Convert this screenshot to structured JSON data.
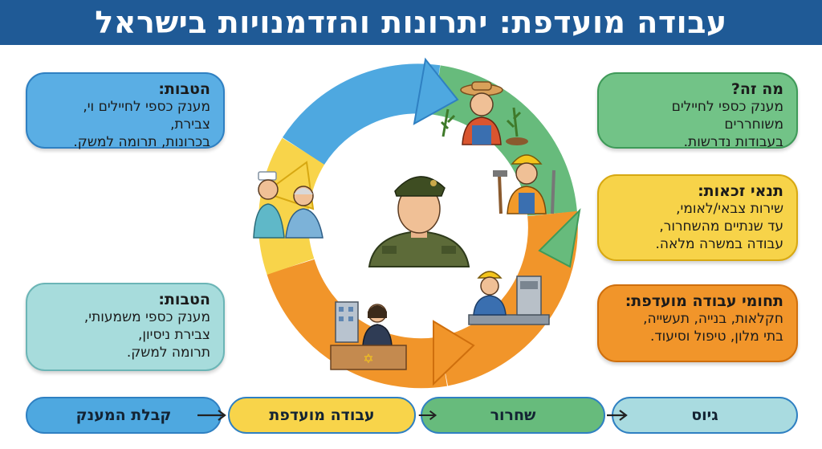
{
  "header": {
    "title": "עבודה מועדפת: יתרונות והזדמנויות בישראל"
  },
  "cards": {
    "what": {
      "title": "מה זה?",
      "lines": [
        "מענק כספי לחיילים משוחררים",
        "בעבודות נדרשות."
      ]
    },
    "eligibility": {
      "title": "תנאי זכאות:",
      "lines": [
        "שירות צבאי/לאומי,",
        "עד שנתיים מהשחרור,",
        "עבודה במשרה מלאה."
      ]
    },
    "fields": {
      "title": "תחומי עבודה מועדפת:",
      "lines": [
        "חקלאות, בנייה, תעשייה,",
        "בתי מלון, טיפול וסיעוד."
      ]
    },
    "benefits_top": {
      "title": "הטבות:",
      "lines": [
        "מענק כספי לחיילים וי, צבירת,",
        "בכרונות, תרומה למשק."
      ]
    },
    "benefits_bottom": {
      "title": "הטבות:",
      "lines": [
        "מענק כספי משמעותי,",
        "צבירת ניסיון,",
        "תרומה למשק."
      ]
    }
  },
  "flow": {
    "steps": [
      "גיוס",
      "שחרור",
      "עבודה מועדפת",
      "קבלת המענק"
    ]
  },
  "colors": {
    "header": "#1f5a96",
    "green": "#67bb7c",
    "yellow": "#f8d44a",
    "orange": "#f1952a",
    "blue": "#4ea8e0",
    "teal": "#a9dbe0"
  }
}
